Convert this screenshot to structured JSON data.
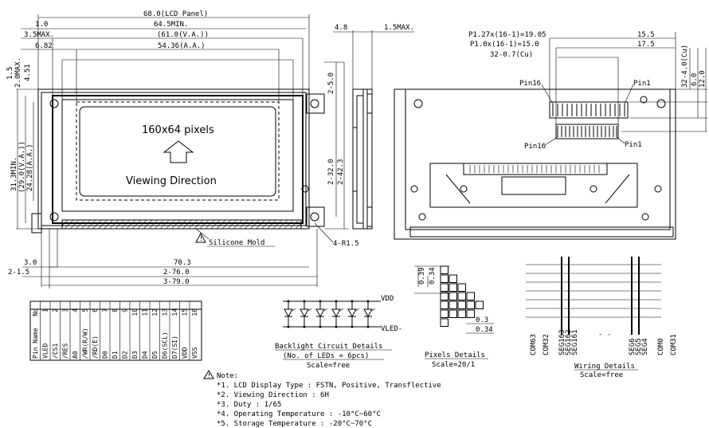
{
  "front_view": {
    "dims": {
      "panel_width": "68.0(LCD Panel)",
      "d_1_0": "1.0",
      "min_width": "64.5MIN.",
      "max_3_5": "3.5MAX.",
      "va_width": "(61.0(V.A.))",
      "d_6_82": "6.82",
      "aa_width": "54.36(A.A.)",
      "d_1_5": "1.5",
      "max_2_0": "2.0MAX.",
      "d_4_51": "4.51",
      "min_height": "31.3MIN.",
      "va_height": "(29.0(V.A.))",
      "aa_height": "24.28(A.A.)",
      "d_3_0": "3.0",
      "d_2_1_5": "2-1.5",
      "d_70_3": "70.3",
      "d_2_76_0": "2-76.0",
      "d_3_79_0": "3-79.0",
      "d_2_5_0": "2-5.0",
      "d_2_32_0": "2-32.0",
      "d_2_42_3": "2-42.3",
      "d_4_r1_5": "4-R1.5"
    },
    "pixels_label": "160x64 pixels",
    "viewing_label": "Viewing Direction",
    "silicone_label": "Silicone Mold"
  },
  "side_view": {
    "d_4_8": "4.8",
    "max_1_5": "1.5MAX."
  },
  "back_view": {
    "pitch_a": "P1.27x(16-1)=19.05",
    "pitch_b": "P1.0x(16-1)=15.0",
    "pin_c": "32-0.7(Cu)",
    "d_15_5": "15.5",
    "d_17_5": "17.5",
    "d_32_4": "32-4.0(Cu)",
    "d_6_0": "6.0",
    "d_12_0": "12.0",
    "pin16_top": "Pin16",
    "pin1_top": "Pin1",
    "pin16_bot": "Pin16",
    "pin1_bot": "Pin1"
  },
  "pin_table": {
    "header": [
      "No",
      "Pin Name"
    ],
    "rows": [
      [
        "1",
        "VLED"
      ],
      [
        "2",
        "/CS1"
      ],
      [
        "3",
        "/RES"
      ],
      [
        "4",
        "A0"
      ],
      [
        "5",
        "/WR(R/W)"
      ],
      [
        "6",
        "/RD(E)"
      ],
      [
        "7",
        "D0"
      ],
      [
        "8",
        "D1"
      ],
      [
        "9",
        "D2"
      ],
      [
        "10",
        "D3"
      ],
      [
        "11",
        "D4"
      ],
      [
        "12",
        "D5"
      ],
      [
        "13",
        "D6(SCL)"
      ],
      [
        "14",
        "D7(SI)"
      ],
      [
        "15",
        "VDD"
      ],
      [
        "16",
        "VSS"
      ]
    ]
  },
  "backlight": {
    "vdd": "VDD",
    "vled": "VLED-",
    "title": "Backlight Circuit Details",
    "subtitle": "(No. of LEDs = 6pcs)",
    "scale": "Scale=free"
  },
  "pixel_details": {
    "d_0_39": "0.39",
    "d_0_34": "0.34",
    "d_0_3": "0.3",
    "d_0_34b": "0.34",
    "title": "Pixels Details",
    "scale": "Scale=20/1"
  },
  "wiring": {
    "labels": [
      "COM63",
      "COM32",
      "SEG163",
      "SEG162",
      "SEG161",
      "SEG6",
      "SEG5",
      "SEG4",
      "COM0",
      "COM31"
    ],
    "title": "Wiring Details",
    "scale": "Scale=free"
  },
  "notes": {
    "heading": "Note:",
    "items": [
      "*1. LCD Display Type : FSTN, Positive, Transflective",
      "*2. Viewing Direction : 6H",
      "*3. Duty : 1/65",
      "*4. Operating Temperature : -10°C~60°C",
      "*5. Storage Temperature : -20°C~70°C"
    ]
  }
}
